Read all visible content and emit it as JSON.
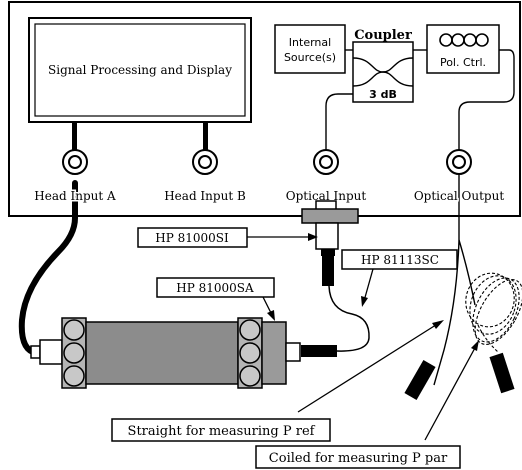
{
  "instrument": {
    "display_label": "Signal Processing and Display",
    "internal_source_label_line1": "Internal",
    "internal_source_label_line2": "Source(s)",
    "coupler_label": "Coupler",
    "coupler_ratio": "3 dB",
    "pol_ctrl_label": "Pol. Ctrl.",
    "connectors": {
      "head_input_a": "Head Input A",
      "head_input_b": "Head Input B",
      "optical_input": "Optical Input",
      "optical_output": "Optical Output"
    }
  },
  "callouts": {
    "adapter_si": "HP 81000SI",
    "cable_sc": "HP 81113SC",
    "sensor_sa": "HP 81000SA",
    "straight_note": "Straight for measuring P ref",
    "coiled_note": "Coiled for measuring P par"
  },
  "colors": {
    "ink": "#000000",
    "sensor_body": "#8c8c8c",
    "sensor_mount": "#b4b4b4",
    "adapter_block": "#9a9a9a",
    "background": "#ffffff"
  }
}
